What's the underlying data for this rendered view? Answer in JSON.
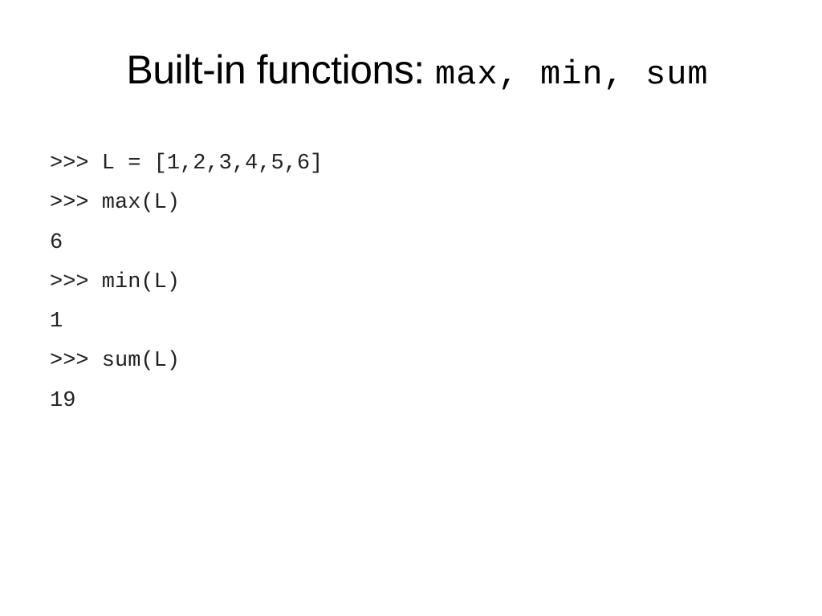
{
  "slide": {
    "title_text": "Built-in functions: ",
    "title_code": "max, min, sum",
    "lines": [
      ">>> L = [1,2,3,4,5,6]",
      ">>> max(L)",
      "6",
      ">>> min(L)",
      "1",
      ">>> sum(L)",
      "19"
    ]
  }
}
